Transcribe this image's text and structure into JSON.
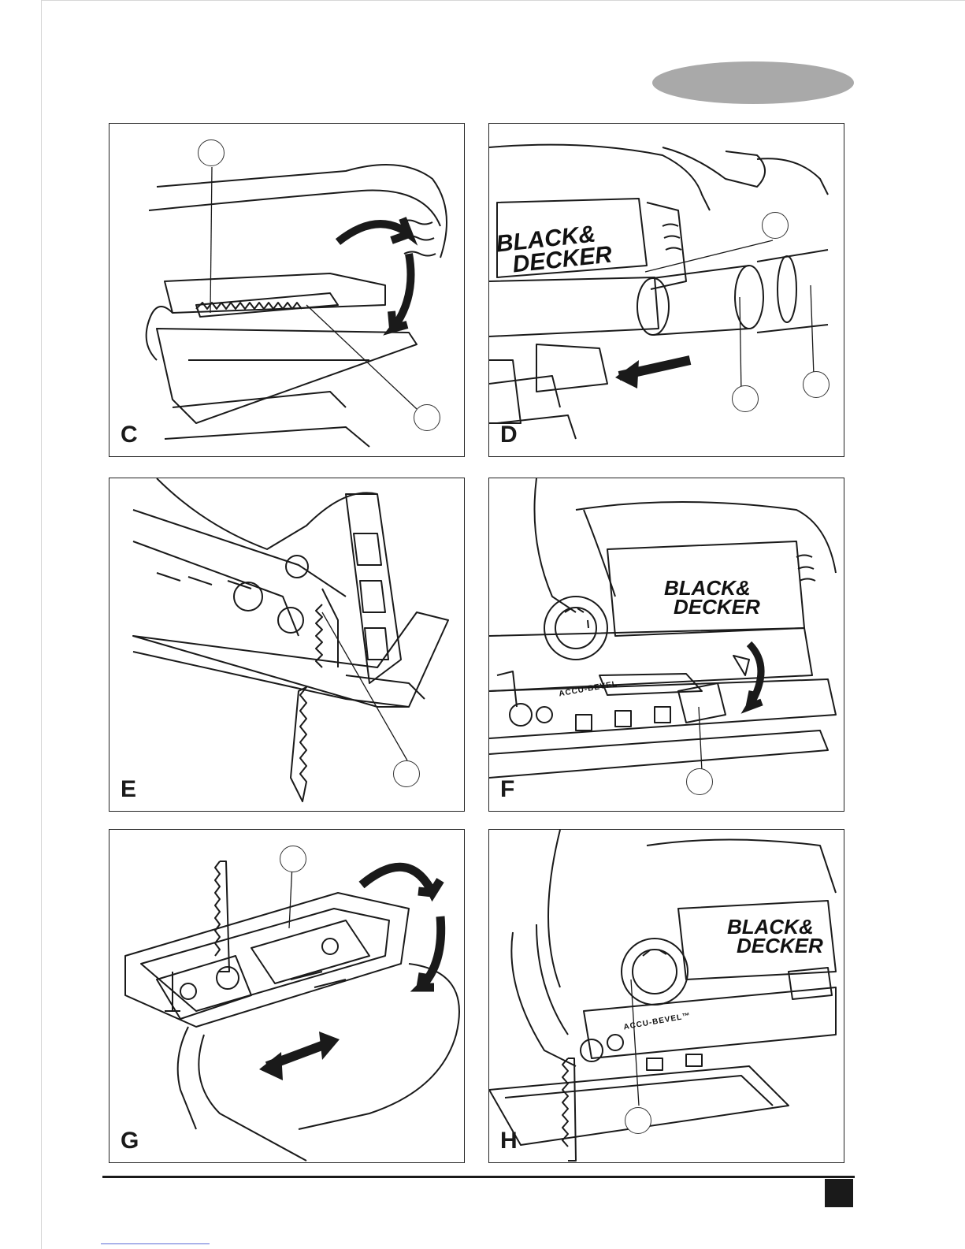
{
  "colors": {
    "ink": "#1a1a1a",
    "pill": "#a9a9a9",
    "background": "#ffffff"
  },
  "panels": [
    {
      "letter": "C",
      "callouts": 2
    },
    {
      "letter": "D",
      "callouts": 3,
      "brand": [
        "BLACK&",
        "DECKER"
      ]
    },
    {
      "letter": "E",
      "callouts": 1
    },
    {
      "letter": "F",
      "callouts": 1,
      "brand": [
        "BLACK&",
        "DECKER"
      ],
      "label": "ACCU-BEVEL"
    },
    {
      "letter": "G",
      "callouts": 1
    },
    {
      "letter": "H",
      "callouts": 1,
      "brand": [
        "BLACK&",
        "DECKER"
      ],
      "label": "ACCU-BEVEL™"
    }
  ]
}
